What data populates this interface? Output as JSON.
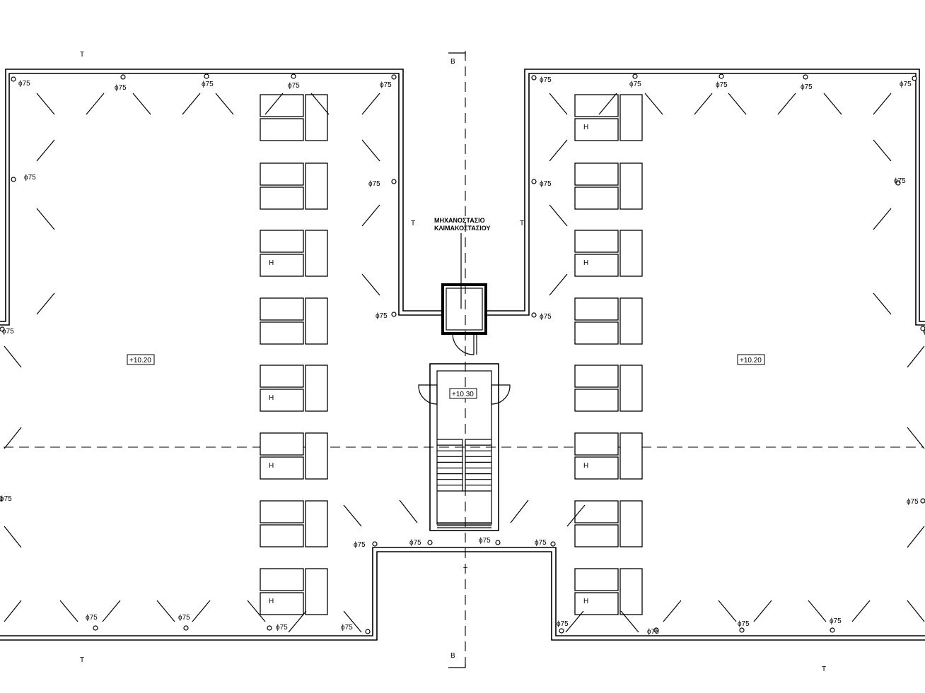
{
  "drawing": {
    "room_label_line1": "ΜΗΧΑΝΟΣΤΑΣΙΟ",
    "room_label_line2": "ΚΛΙΜΑΚΟΣΤΑΣΙΟΥ",
    "level_left": "+10.20",
    "level_right": "+10.20",
    "level_stair": "+10.30",
    "section_mark_top": "B",
    "section_mark_bottom": "B",
    "drain_label": "ϕ75",
    "roof_mark": "T",
    "panel_mark": "H"
  }
}
